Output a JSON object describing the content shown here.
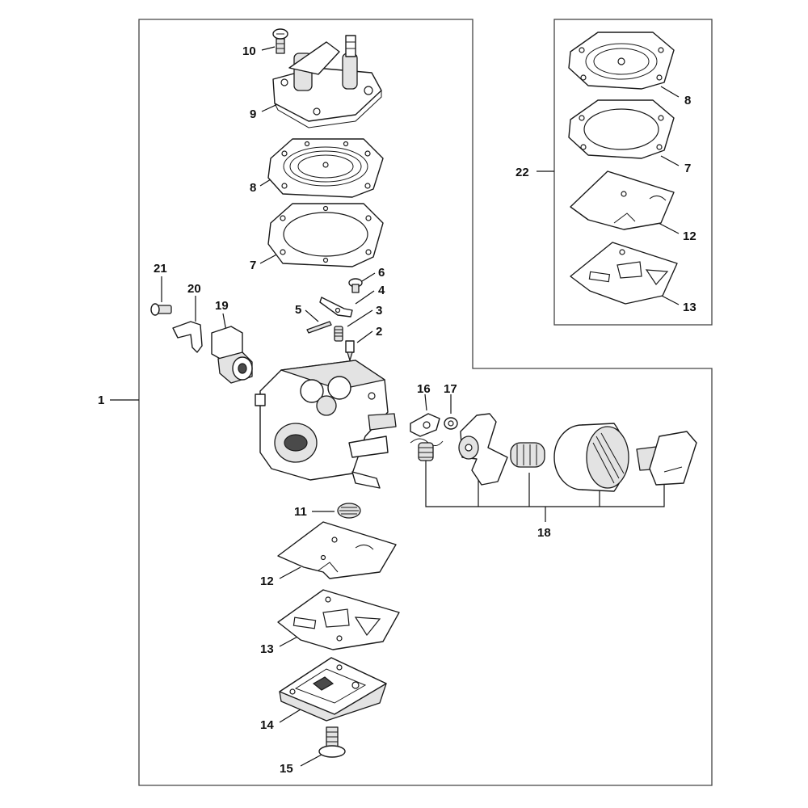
{
  "callouts": {
    "c1": "1",
    "c2": "2",
    "c3": "3",
    "c4": "4",
    "c5": "5",
    "c6": "6",
    "c7": "7",
    "c7_kit": "7",
    "c8": "8",
    "c8_kit": "8",
    "c9": "9",
    "c10": "10",
    "c11": "11",
    "c12": "12",
    "c12_kit": "12",
    "c13": "13",
    "c13_kit": "13",
    "c14": "14",
    "c15": "15",
    "c16": "16",
    "c17": "17",
    "c18": "18",
    "c19": "19",
    "c20": "20",
    "c21": "21",
    "c22": "22"
  },
  "colors": {
    "line": "#1a1a1a",
    "frame": "#444444",
    "fill_light": "#e3e3e3",
    "background": "#ffffff"
  }
}
